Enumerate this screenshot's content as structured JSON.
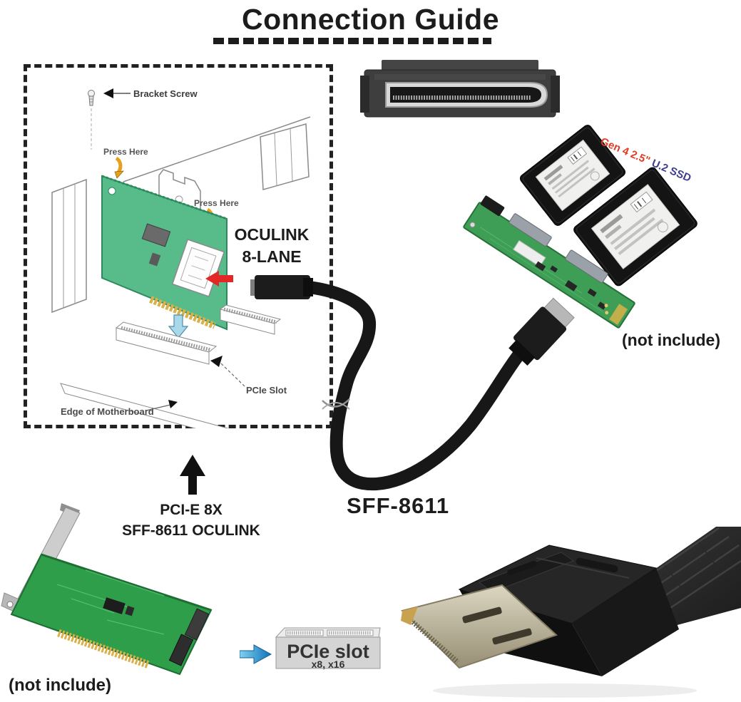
{
  "palette": {
    "title_color": "#1c1c1c",
    "diagram_card_green": "#57bb8a",
    "pcb_green": "#3f9e55",
    "photo_card_green": "#2f9e4a",
    "cable_black": "#171717",
    "red_accent": "#e23b25",
    "navy_accent": "#3d3e8e",
    "blue_arrow": "#1274b8",
    "yellow_arrow": "#e8a01c",
    "slot_gray": "#d4d4d4"
  },
  "header": {
    "title": "Connection Guide"
  },
  "install_diagram": {
    "bracket_screw_label": "Bracket Screw",
    "press_here_top_label": "Press Here",
    "press_here_mid_label": "Press Here",
    "oculink_callout_line1": "OCULINK",
    "oculink_callout_line2": "8-LANE",
    "pcie_slot_label": "PCIe Slot",
    "motherboard_edge_label": "Edge of Motherboard"
  },
  "ssd_assembly": {
    "gen_label_red": "Gen 4 2.5\" ",
    "gen_label_navy": "U.2 SSD",
    "not_include_label": "(not include)"
  },
  "cable": {
    "label": "SFF-8611"
  },
  "adapter_callout": {
    "line1": "PCI-E 8X",
    "line2": "SFF-8611 OCULINK"
  },
  "adapter_photo": {
    "not_include_label": "(not include)"
  },
  "slot_graphic": {
    "line1": "PCIe slot",
    "line2": "x8, x16"
  }
}
